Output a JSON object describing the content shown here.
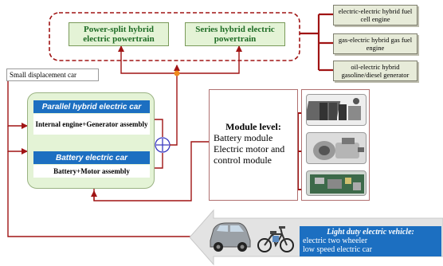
{
  "top": {
    "power_split": "Power-split hybrid electric powertrain",
    "series_hybrid": "Series hybrid electric powertrain"
  },
  "vehicle_types": [
    "electric-electric hybrid fuel cell engine",
    "gas-electric hybrid gas fuel engine",
    "oil-electric hybrid gasoline/diesel generator"
  ],
  "small_car": "Small displacement car",
  "parallel": {
    "title": "Parallel hybrid electric car",
    "assembly": "Internal engine+Generator assembly"
  },
  "battery_car": {
    "title": "Battery electric car",
    "assembly": "Battery+Motor assembly"
  },
  "module": {
    "heading": "Module level:",
    "line1": "Battery module",
    "line2": "Electric motor and control module"
  },
  "light_duty": {
    "title": "Light duty electric vehicle:",
    "line1": "electric two wheeler",
    "line2": "low speed electric car"
  },
  "colors": {
    "arrow": "#a01414",
    "accent_blue": "#1c6fc1",
    "box_green": "#e4f3d6",
    "dot": "#f08a1c"
  }
}
